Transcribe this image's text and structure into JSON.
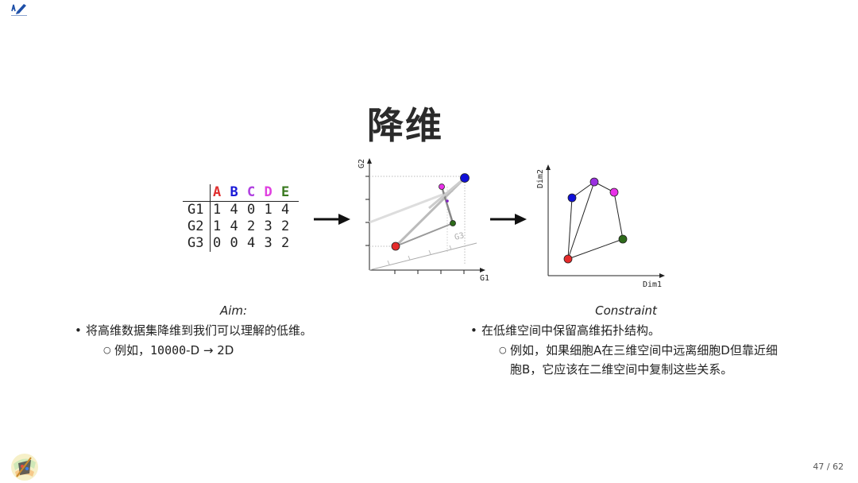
{
  "slide": {
    "title": "降维",
    "page_number": "47 / 62"
  },
  "matrix": {
    "headers": [
      "A",
      "B",
      "C",
      "D",
      "E"
    ],
    "header_colors": [
      "#e03030",
      "#1a1ad8",
      "#b040e0",
      "#e040e0",
      "#3a7a20"
    ],
    "rows": [
      {
        "label": "G1",
        "values": [
          "1",
          "4",
          "0",
          "1",
          "4"
        ]
      },
      {
        "label": "G2",
        "values": [
          "1",
          "4",
          "2",
          "3",
          "2"
        ]
      },
      {
        "label": "G3",
        "values": [
          "0",
          "0",
          "4",
          "3",
          "2"
        ]
      }
    ]
  },
  "plot3d": {
    "x_label": "G1",
    "y_label": "G2",
    "z_label": "G3"
  },
  "plot2d": {
    "x_label": "Dim1",
    "y_label": "Dim2"
  },
  "aim": {
    "heading": "Aim:",
    "bullet": "将高维数据集降维到我们可以理解的低维。",
    "sub_prefix": "例如，",
    "sub_mono": "10000",
    "sub_suffix": "-D → 2D"
  },
  "constraint": {
    "heading": "Constraint",
    "bullet": "在低维空间中保留高维拓扑结构。",
    "sub_line1": "例如，如果细胞A在三维空间中远离细胞D但靠近细",
    "sub_line2": "胞B，它应该在二维空间中复制这些关系。"
  }
}
